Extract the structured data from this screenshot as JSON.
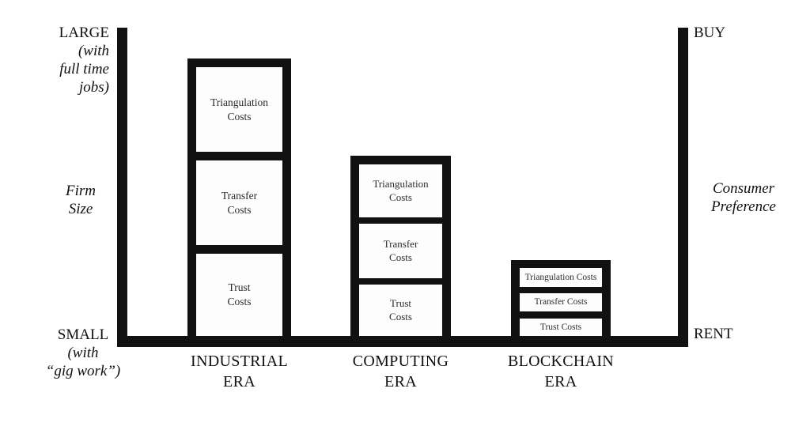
{
  "colors": {
    "ink": "#111111",
    "background": "#ffffff",
    "segment_text": "#2b2b2b"
  },
  "axes": {
    "left": {
      "top_label": "LARGE",
      "top_note": [
        "(with",
        "full time",
        "jobs)"
      ],
      "mid_label": [
        "Firm",
        "Size"
      ],
      "bottom_label": "SMALL",
      "bottom_note": [
        "(with",
        "“gig work”)"
      ]
    },
    "right": {
      "top_label": "BUY",
      "mid_label": [
        "Consumer",
        "Preference"
      ],
      "bottom_label": "RENT"
    }
  },
  "eras": [
    {
      "label_line1": "INDUSTRIAL",
      "label_line2": "ERA",
      "segments": [
        {
          "line1": "Triangulation",
          "line2": "Costs"
        },
        {
          "line1": "Transfer",
          "line2": "Costs"
        },
        {
          "line1": "Trust",
          "line2": "Costs"
        }
      ]
    },
    {
      "label_line1": "COMPUTING",
      "label_line2": "ERA",
      "segments": [
        {
          "line1": "Triangulation",
          "line2": "Costs"
        },
        {
          "line1": "Transfer",
          "line2": "Costs"
        },
        {
          "line1": "Trust",
          "line2": "Costs"
        }
      ]
    },
    {
      "label_line1": "BLOCKCHAIN",
      "label_line2": "ERA",
      "segments": [
        {
          "line1": "Triangulation Costs"
        },
        {
          "line1": "Transfer Costs"
        },
        {
          "line1": "Trust Costs"
        }
      ]
    }
  ],
  "chart_data": {
    "type": "bar",
    "stacked": true,
    "categories": [
      "INDUSTRIAL ERA",
      "COMPUTING ERA",
      "BLOCKCHAIN ERA"
    ],
    "series": [
      {
        "name": "Trust Costs",
        "values": [
          29,
          19,
          8
        ]
      },
      {
        "name": "Transfer Costs",
        "values": [
          29,
          19,
          8
        ]
      },
      {
        "name": "Triangulation Costs",
        "values": [
          29,
          18,
          8
        ]
      }
    ],
    "units": "relative height, % of y-axis; qualitative diagram with no numeric scale shown",
    "ylabel": "Firm Size",
    "y_axis_top": "LARGE (with full time jobs)",
    "y_axis_bottom": "SMALL (with “gig work”)",
    "y2label": "Consumer Preference",
    "y2_axis_top": "BUY",
    "y2_axis_bottom": "RENT",
    "legend": "none",
    "grid": false
  }
}
